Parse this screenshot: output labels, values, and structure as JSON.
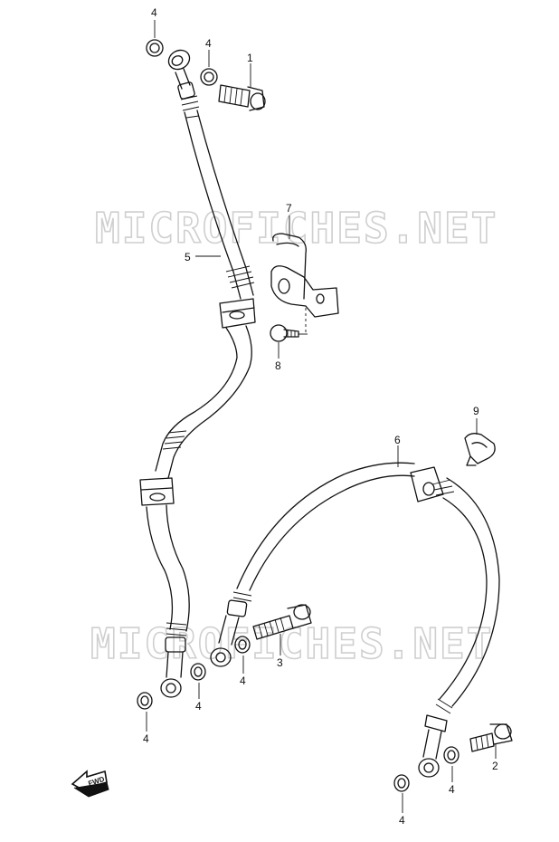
{
  "watermark": "MICROFICHES.NET",
  "fwd_label": "FWD",
  "callouts": [
    {
      "id": "c4a",
      "label": "4"
    },
    {
      "id": "c4b",
      "label": "4"
    },
    {
      "id": "c1",
      "label": "1"
    },
    {
      "id": "c7",
      "label": "7"
    },
    {
      "id": "c5",
      "label": "5"
    },
    {
      "id": "c8",
      "label": "8"
    },
    {
      "id": "c9",
      "label": "9"
    },
    {
      "id": "c6",
      "label": "6"
    },
    {
      "id": "c3",
      "label": "3"
    },
    {
      "id": "c4c",
      "label": "4"
    },
    {
      "id": "c4d",
      "label": "4"
    },
    {
      "id": "c4e",
      "label": "4"
    },
    {
      "id": "c2",
      "label": "2"
    },
    {
      "id": "c4f",
      "label": "4"
    },
    {
      "id": "c4g",
      "label": "4"
    }
  ]
}
